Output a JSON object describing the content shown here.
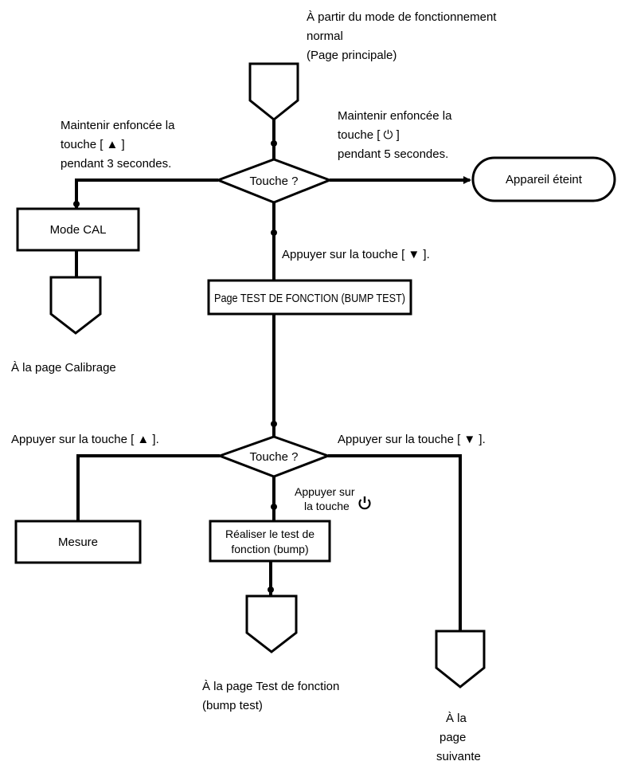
{
  "start": {
    "line1": "À partir du mode de fonctionnement",
    "line2": "normal",
    "line3": "(Page principale)"
  },
  "decision1": {
    "label": "Touche ?",
    "left_l1": "Maintenir enfoncée la",
    "left_l2": "touche [ ▲ ]",
    "left_l3": "pendant 3 secondes.",
    "right_l1": "Maintenir enfoncée la",
    "right_l2": "touche [ ⏻ ]",
    "right_l3": "pendant 5 secondes.",
    "down": "Appuyer sur la touche [ ▼ ]."
  },
  "off_state": "Appareil éteint",
  "mode_cal": "Mode CAL",
  "to_calibration": "À la page Calibrage",
  "bump_page": "Page TEST DE FONCTION (BUMP TEST)",
  "decision2": {
    "label": "Touche ?",
    "left": "Appuyer sur la touche [ ▲ ].",
    "right": "Appuyer sur la touche [ ▼ ].",
    "down_l1": "Appuyer sur",
    "down_l2": "la touche"
  },
  "measure": "Mesure",
  "bump_action_l1": "Réaliser le test de",
  "bump_action_l2": "fonction (bump)",
  "to_bump_l1": "À la page Test de fonction",
  "to_bump_l2": "(bump test)",
  "to_next_l1": "À la",
  "to_next_l2": "page",
  "to_next_l3": "suivante",
  "icons": {
    "power": "power-icon",
    "up": "triangle-up-icon",
    "down": "triangle-down-icon"
  }
}
